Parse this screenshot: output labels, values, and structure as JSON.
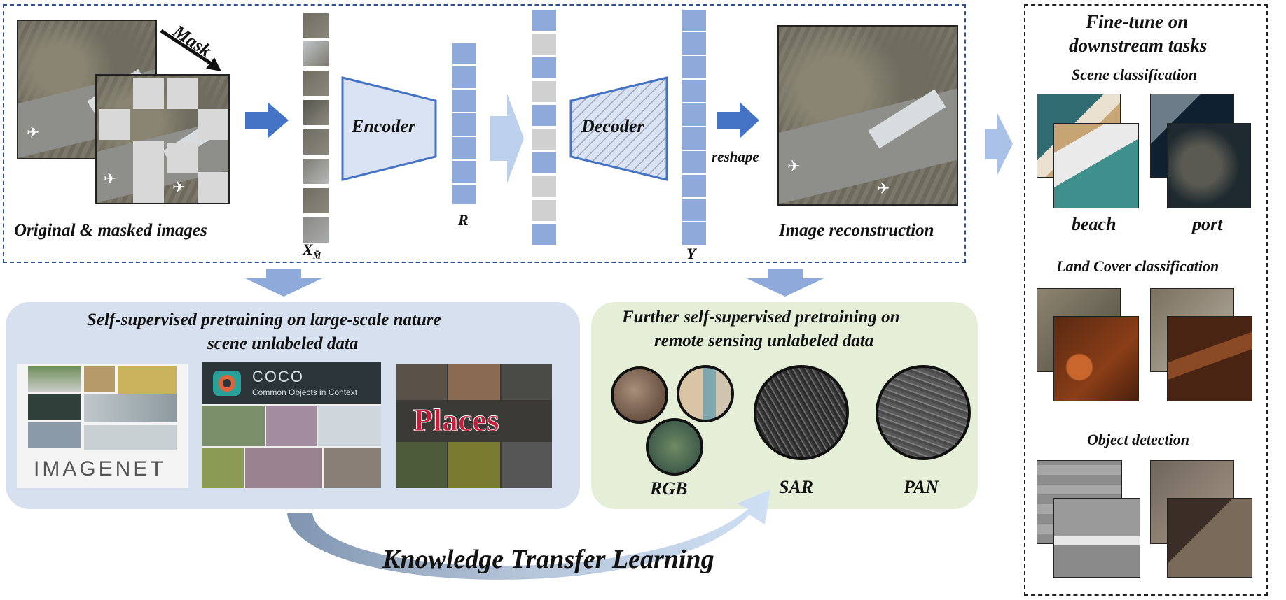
{
  "pretrain": {
    "mask_label": "Mask",
    "original_masked_label": "Original & masked images",
    "x_label": "X",
    "x_subscript": "M̃",
    "encoder_label": "Encoder",
    "r_label": "R",
    "decoder_label": "Decoder",
    "y_label": "Y",
    "reshape_label": "reshape",
    "reconstruction_label": "Image reconstruction"
  },
  "finetune": {
    "title_line1": "Fine-tune on",
    "title_line2": "downstream tasks",
    "scene_title": "Scene classification",
    "beach_label": "beach",
    "port_label": "port",
    "landcover_title": "Land Cover classification",
    "detection_title": "Object detection"
  },
  "nature_panel": {
    "title_line1": "Self-supervised pretraining on large-scale nature",
    "title_line2": "scene unlabeled data",
    "imagenet_logo": "IMAGENET",
    "coco_logo_title": "COCO",
    "coco_logo_subtitle": "Common Objects in Context",
    "places_logo": "Places"
  },
  "rs_panel": {
    "title_line1": "Further self-supervised pretraining on",
    "title_line2": "remote sensing unlabeled data",
    "rgb_label": "RGB",
    "sar_label": "SAR",
    "pan_label": "PAN"
  },
  "knowledge_transfer_label": "Knowledge Transfer Learning",
  "colors": {
    "arrow_blue": "#4472c4",
    "arrow_light": "#a9c1e6",
    "token_blue": "#8eaadb",
    "token_gray": "#d0d0d0",
    "panel_blue": "#d6e0ee",
    "panel_green": "#e5efd7",
    "dashed_border": "#2f4f8f"
  },
  "icons": [
    "plane-icon",
    "mask-arrow-icon",
    "flow-arrow-icon",
    "curved-arrow-icon"
  ]
}
